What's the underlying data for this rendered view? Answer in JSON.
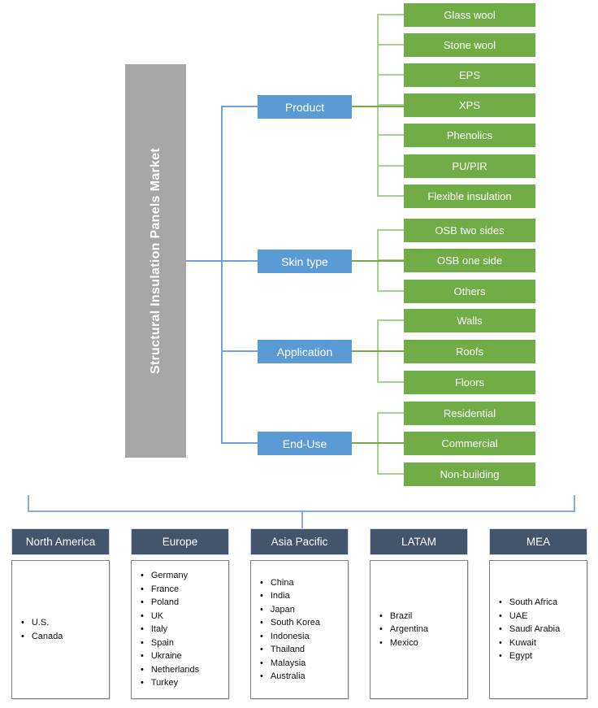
{
  "diagram": {
    "root_label": "Structural Insulation Panels Market",
    "groups": [
      {
        "label": "Product",
        "items": [
          "Glass wool",
          "Stone wool",
          "EPS",
          "XPS",
          "Phenolics",
          "PU/PIR",
          "Flexible insulation"
        ]
      },
      {
        "label": "Skin type",
        "items": [
          "OSB two sides",
          "OSB one side",
          "Others"
        ]
      },
      {
        "label": "Application",
        "items": [
          "Walls",
          "Roofs",
          "Floors"
        ]
      },
      {
        "label": "End-Use",
        "items": [
          "Residential",
          "Commercial",
          "Non-building"
        ]
      }
    ]
  },
  "regions": [
    {
      "label": "North America",
      "countries": [
        "U.S.",
        "Canada"
      ]
    },
    {
      "label": "Europe",
      "countries": [
        "Germany",
        "France",
        "Poland",
        "UK",
        "Italy",
        "Spain",
        "Ukraine",
        "Netherlands",
        "Turkey"
      ]
    },
    {
      "label": "Asia Pacific",
      "countries": [
        "China",
        "India",
        "Japan",
        "South Korea",
        "Indonesia",
        "Thailand",
        "Malaysia",
        "Australia"
      ]
    },
    {
      "label": "LATAM",
      "countries": [
        "Brazil",
        "Argentina",
        "Mexico"
      ]
    },
    {
      "label": "MEA",
      "countries": [
        "South Africa",
        "UAE",
        "Saudi Arabia",
        "Kuwait",
        "Egypt"
      ]
    }
  ],
  "colors": {
    "segment_green": "#70AD47",
    "connector_green_light": "#A9D18E",
    "category_blue": "#5B9BD5",
    "connector_blue": "#6FA3D8",
    "bracket_blue": "#8EA9DB",
    "root_gray": "#A6A6A6",
    "region_header_navy": "#44546A"
  }
}
